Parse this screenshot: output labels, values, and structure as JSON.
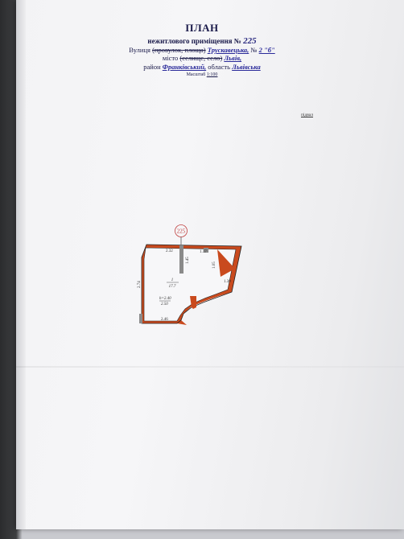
{
  "document": {
    "title": "ПЛАН",
    "premises_line_label": "нежитлового приміщення №",
    "premises_number": "225",
    "street_label": "Вулиця",
    "street_struck": "(провулок, площа)",
    "street_name": "Трускавецька,",
    "house_label": "№",
    "house_number": "2 \"б\"",
    "city_label": "місто",
    "city_struck": "(селище, село)",
    "city_name": "Львів,",
    "district_label": "район",
    "district_name": "Франківський,",
    "region_label": "область",
    "region_name": "Львівська",
    "scale_label": "Масштаб",
    "scale_value": "1:100",
    "level_label": "підвал"
  },
  "floor_plan": {
    "unit_marker": "225",
    "room_number": "1",
    "room_area": "17.7",
    "height_label": "h=2.40",
    "height_sub": "2.50",
    "dims": {
      "top_left": "2.32",
      "top_right": "1.17",
      "pillar": "1.45",
      "alcove": "1.05",
      "right": "1.30",
      "left": "2.74",
      "bottom": "2.46"
    },
    "colors": {
      "wall": "#c94a1e",
      "partition": "#8a8a8a",
      "outline": "#222222",
      "marker": "#c04040"
    }
  }
}
